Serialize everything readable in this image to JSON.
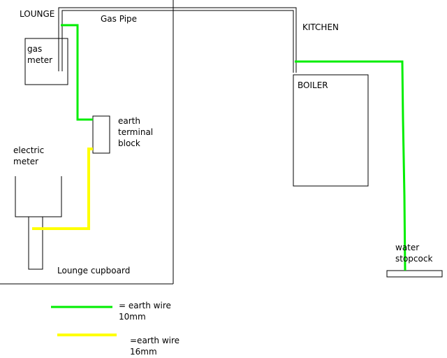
{
  "labels": {
    "lounge": "LOUNGE",
    "gas_pipe": "Gas Pipe",
    "kitchen": "KITCHEN",
    "gas_meter": [
      "gas",
      "meter"
    ],
    "earth_terminal_block": [
      "earth",
      "terminal",
      "block"
    ],
    "electric_meter": [
      "electric",
      "meter"
    ],
    "boiler": "BOILER",
    "lounge_cupboard": "Lounge cupboard",
    "water_stopcock": [
      "water",
      "stopcock"
    ]
  },
  "legend": {
    "items": [
      {
        "color": "#00ee00",
        "text": [
          "= earth wire",
          "10mm"
        ]
      },
      {
        "color": "#ffff00",
        "text": [
          "=earth wire",
          "16mm"
        ]
      }
    ]
  },
  "colors": {
    "outline": "#000000",
    "pipe": "#000000",
    "earth_wire_10mm": "#00ee00",
    "earth_wire_16mm": "#ffff00"
  }
}
